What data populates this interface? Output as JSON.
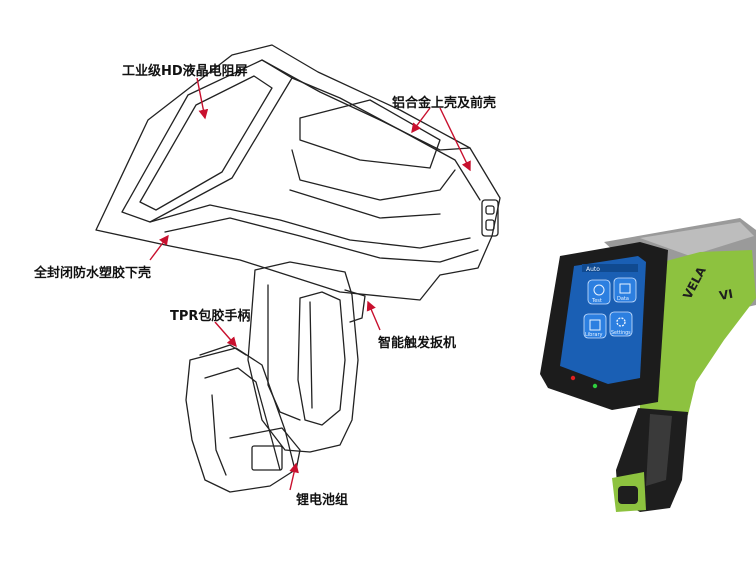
{
  "callouts": {
    "screen": "工业级HD液晶电阻屏",
    "upper_shell": "铝合金上壳及前壳",
    "lower_shell": "全封闭防水塑胶下壳",
    "grip": "TPR包胶手柄",
    "trigger": "智能触发扳机",
    "battery": "锂电池组"
  },
  "device_screen": {
    "status_label": "Auto",
    "buttons": [
      {
        "label": "Test",
        "icon": "test-icon"
      },
      {
        "label": "Data",
        "icon": "data-icon"
      },
      {
        "label": "Library",
        "icon": "library-icon"
      },
      {
        "label": "Settings",
        "icon": "settings-icon"
      }
    ]
  },
  "device_brand": {
    "brand": "VELA",
    "model": "VI"
  },
  "colors": {
    "device_green": "#8dc23f",
    "device_gray": "#9a9a9a",
    "screen_blue": "#1a5fb4",
    "line": "#222222",
    "arrow": "#c8102e"
  }
}
